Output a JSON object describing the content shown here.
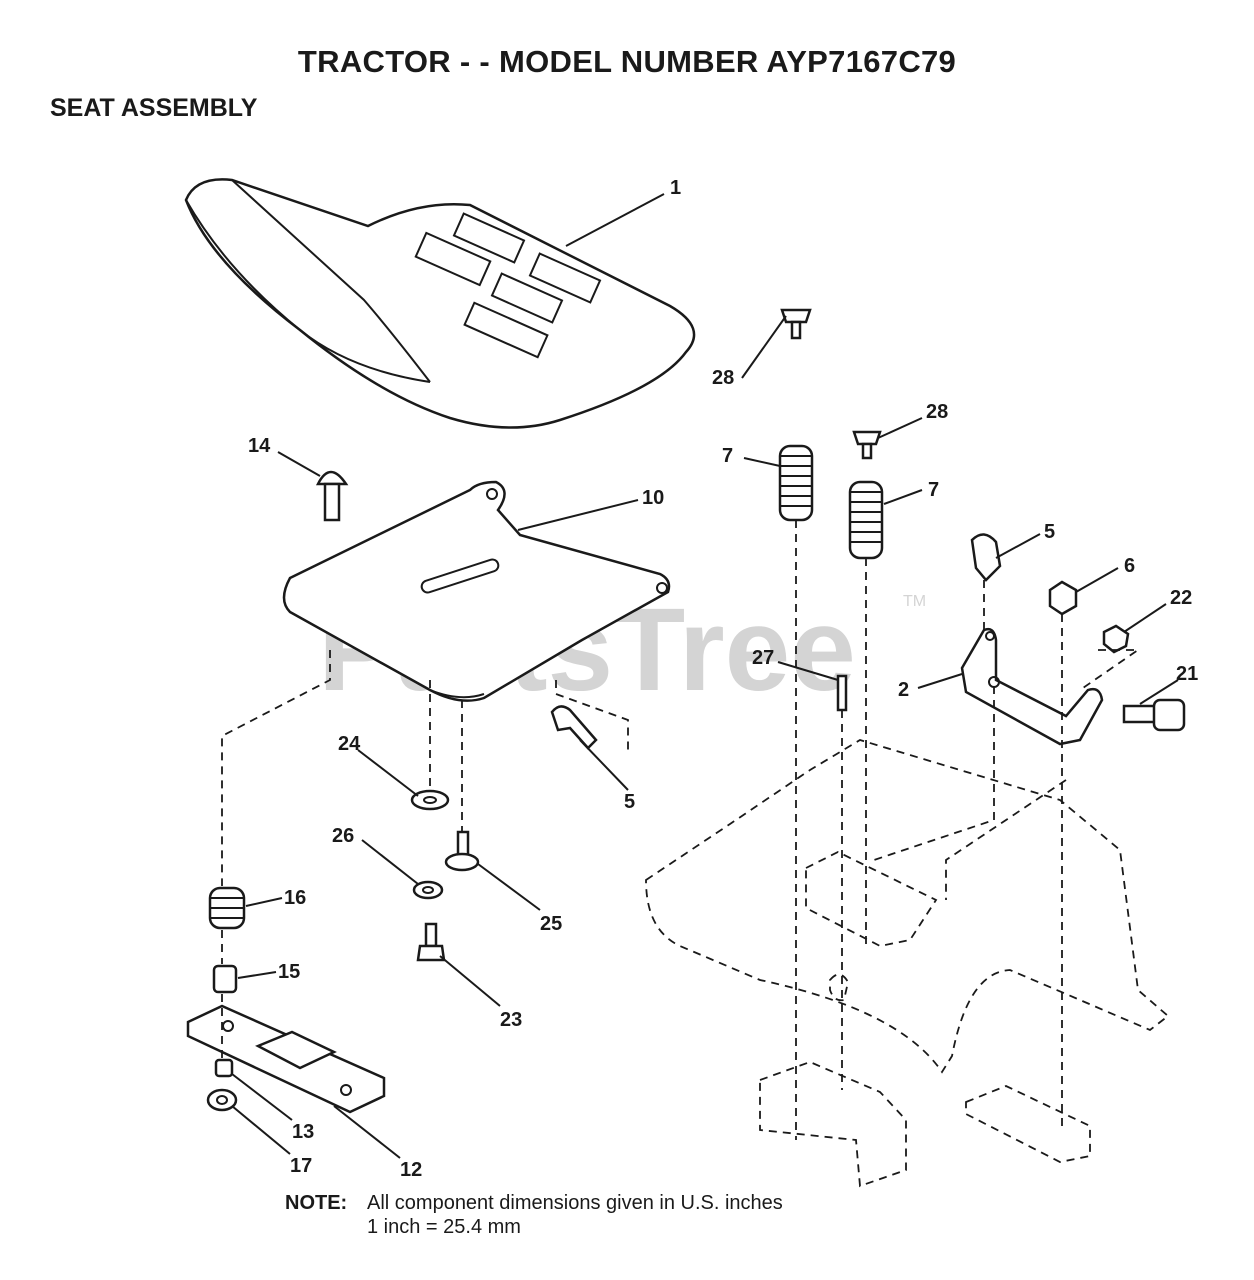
{
  "header": {
    "title": "TRACTOR - - MODEL NUMBER AYP7167C79",
    "section": "SEAT ASSEMBLY"
  },
  "watermark": {
    "text": "PartsTree",
    "trademark": "TM"
  },
  "callouts": [
    {
      "id": "c1",
      "label": "1"
    },
    {
      "id": "c14",
      "label": "14"
    },
    {
      "id": "c10",
      "label": "10"
    },
    {
      "id": "c28a",
      "label": "28"
    },
    {
      "id": "c28b",
      "label": "28"
    },
    {
      "id": "c7a",
      "label": "7"
    },
    {
      "id": "c7b",
      "label": "7"
    },
    {
      "id": "c5a",
      "label": "5"
    },
    {
      "id": "c6",
      "label": "6"
    },
    {
      "id": "c22",
      "label": "22"
    },
    {
      "id": "c21",
      "label": "21"
    },
    {
      "id": "c2",
      "label": "2"
    },
    {
      "id": "c27",
      "label": "27"
    },
    {
      "id": "c24",
      "label": "24"
    },
    {
      "id": "c5b",
      "label": "5"
    },
    {
      "id": "c26",
      "label": "26"
    },
    {
      "id": "c25",
      "label": "25"
    },
    {
      "id": "c16",
      "label": "16"
    },
    {
      "id": "c15",
      "label": "15"
    },
    {
      "id": "c23",
      "label": "23"
    },
    {
      "id": "c13",
      "label": "13"
    },
    {
      "id": "c17",
      "label": "17"
    },
    {
      "id": "c12",
      "label": "12"
    }
  ],
  "note": {
    "keyword": "NOTE:",
    "line1": "All component dimensions given in U.S. inches",
    "line2": "1 inch = 25.4 mm"
  }
}
